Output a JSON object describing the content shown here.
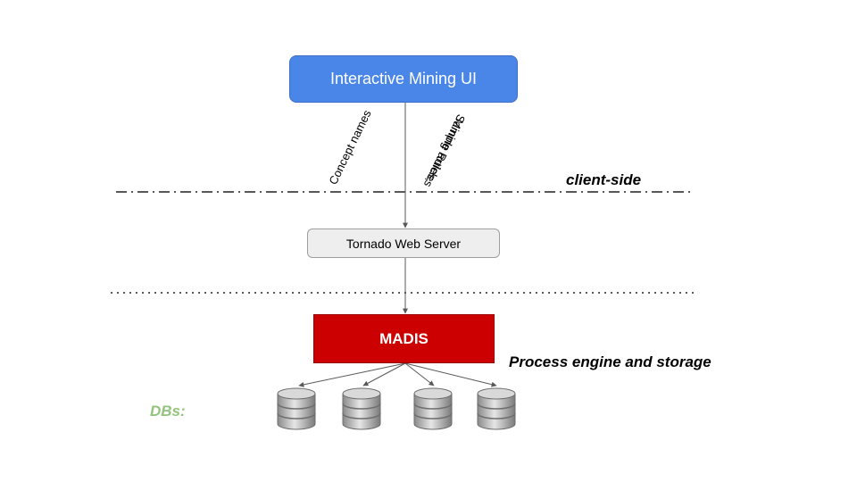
{
  "nodes": {
    "ui": "Interactive Mining UI",
    "web_server": "Tornado Web Server",
    "engine": "MADIS"
  },
  "edge_labels": {
    "concepts": "Concept names",
    "mining_line1": "Mining Rules,",
    "mining_line2": "Sample articles"
  },
  "zones": {
    "client": "client-side",
    "process": "Process engine and storage"
  },
  "databases": {
    "label": "DBs:",
    "count": 4
  },
  "colors": {
    "ui_fill": "#4a86e8",
    "engine_fill": "#cc0000",
    "server_fill": "#eeeeee",
    "db_label": "#93c47d"
  }
}
